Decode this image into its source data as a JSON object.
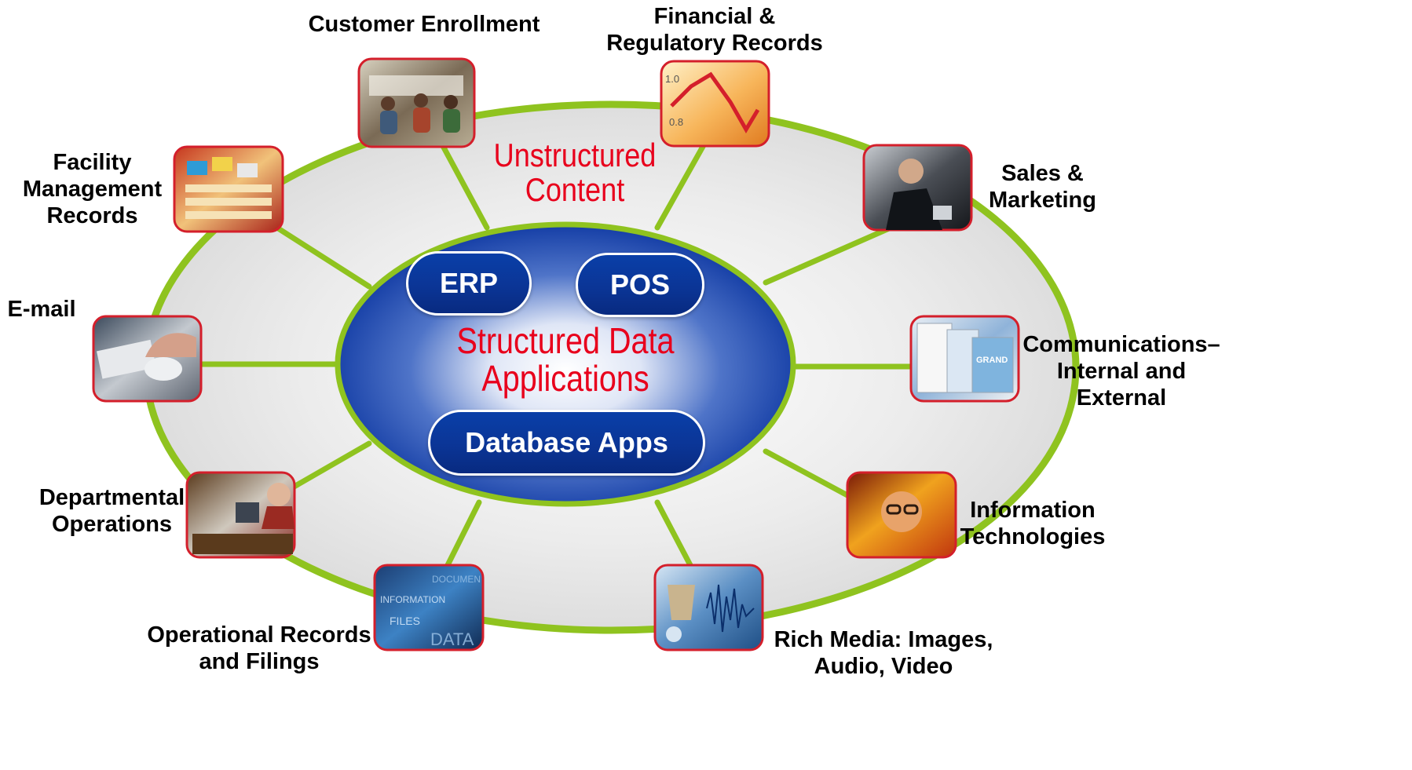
{
  "colors": {
    "outer_ring_fill": "#e6e6e6",
    "outer_ring_stroke": "#8fc31f",
    "spoke": "#8fc31f",
    "inner_ellipse": "#0b3da8",
    "inner_ellipse_glow": "#ffffff",
    "red_text": "#e8001c",
    "pill": "#0b3596",
    "photo_border": "#d41f2b"
  },
  "outer_title": [
    "Unstructured",
    "Content"
  ],
  "inner_title": [
    "Structured Data",
    "Applications"
  ],
  "apps": {
    "erp": "ERP",
    "pos": "POS",
    "database": "Database Apps"
  },
  "categories": [
    {
      "id": "customer-enrollment",
      "lines": [
        "Customer Enrollment"
      ],
      "icon": "classroom-photo-icon"
    },
    {
      "id": "financial-regulatory",
      "lines": [
        "Financial &",
        "Regulatory Records"
      ],
      "icon": "declining-chart-photo-icon"
    },
    {
      "id": "sales-marketing",
      "lines": [
        "Sales &",
        "Marketing"
      ],
      "icon": "businessman-photo-icon"
    },
    {
      "id": "communications",
      "lines": [
        "Communications–",
        "Internal and",
        "External"
      ],
      "icon": "brochures-photo-icon"
    },
    {
      "id": "information-technologies",
      "lines": [
        "Information",
        "Technologies"
      ],
      "icon": "tech-worker-photo-icon"
    },
    {
      "id": "rich-media",
      "lines": [
        "Rich Media: Images,",
        "Audio, Video"
      ],
      "icon": "media-waveform-photo-icon"
    },
    {
      "id": "operational-records",
      "lines": [
        "Operational Records",
        "and Filings"
      ],
      "icon": "data-documents-photo-icon"
    },
    {
      "id": "departmental-operations",
      "lines": [
        "Departmental",
        "Operations"
      ],
      "icon": "office-worker-photo-icon"
    },
    {
      "id": "email",
      "lines": [
        "E-mail"
      ],
      "icon": "keyboard-mouse-photo-icon"
    },
    {
      "id": "facility-management",
      "lines": [
        "Facility",
        "Management",
        "Records"
      ],
      "icon": "file-folders-photo-icon"
    }
  ]
}
